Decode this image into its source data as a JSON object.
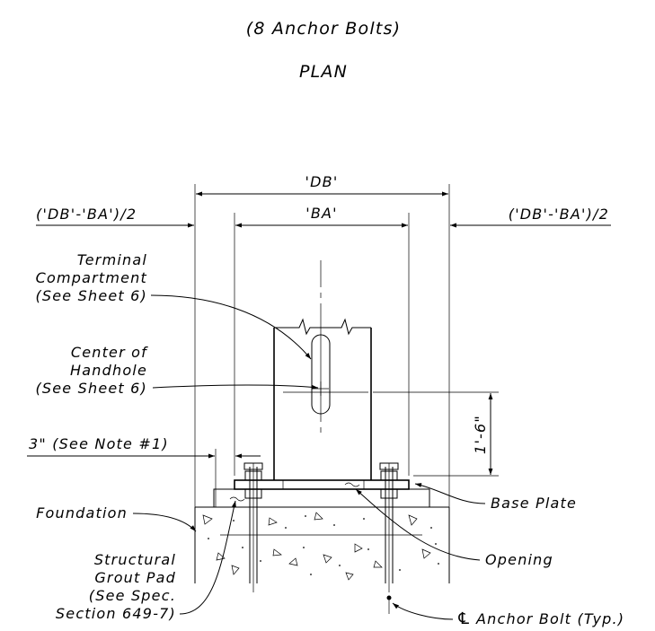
{
  "header": {
    "subtitle": "(8 Anchor Bolts)",
    "title": "PLAN"
  },
  "dimensions": {
    "db": "'DB'",
    "ba": "'BA'",
    "left_offset": "('DB'-'BA')/2",
    "right_offset": "('DB'-'BA')/2",
    "height": "1'-6\"",
    "three_inch": "3\" (See Note #1)"
  },
  "callouts": {
    "terminal": [
      "Terminal",
      "Compartment",
      "(See Sheet 6)"
    ],
    "handhole": [
      "Center of",
      "Handhole",
      "(See Sheet 6)"
    ],
    "foundation": "Foundation",
    "grout": [
      "Structural",
      "Grout Pad",
      "(See Spec.",
      "Section 649-7)"
    ],
    "base_plate": "Base Plate",
    "opening": "Opening",
    "anchor_bolt": "Anchor Bolt (Typ.)",
    "centerline_symbol": "℄"
  },
  "colors": {
    "ink": "#000000",
    "paper": "#ffffff"
  }
}
